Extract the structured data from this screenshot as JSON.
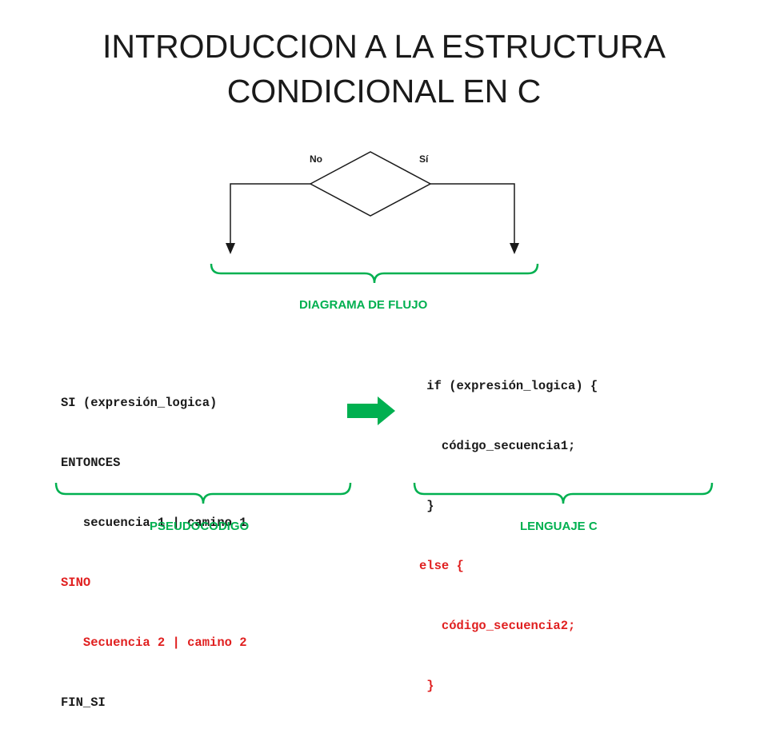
{
  "title": {
    "line1": "INTRODUCCION A LA ESTRUCTURA",
    "line2": "CONDICIONAL EN C"
  },
  "flowchart": {
    "no_label": "No",
    "yes_label": "Sí",
    "caption": "DIAGRAMA DE FLUJO"
  },
  "pseudocode": {
    "lines": [
      "SI (expresión_logica)",
      "ENTONCES",
      "   secuencia 1 | camino 1",
      "SINO",
      "   Secuencia 2 | camino 2",
      "FIN_SI"
    ],
    "caption": "PSEUDOCODIGO"
  },
  "c_code": {
    "lines": [
      " if (expresión_logica) {",
      "   código_secuencia1;",
      " }",
      "else {",
      "   código_secuencia2;",
      " }"
    ],
    "caption": "LENGUAJE C"
  },
  "colors": {
    "accent_green": "#00b050",
    "highlight_red": "#e02020"
  }
}
